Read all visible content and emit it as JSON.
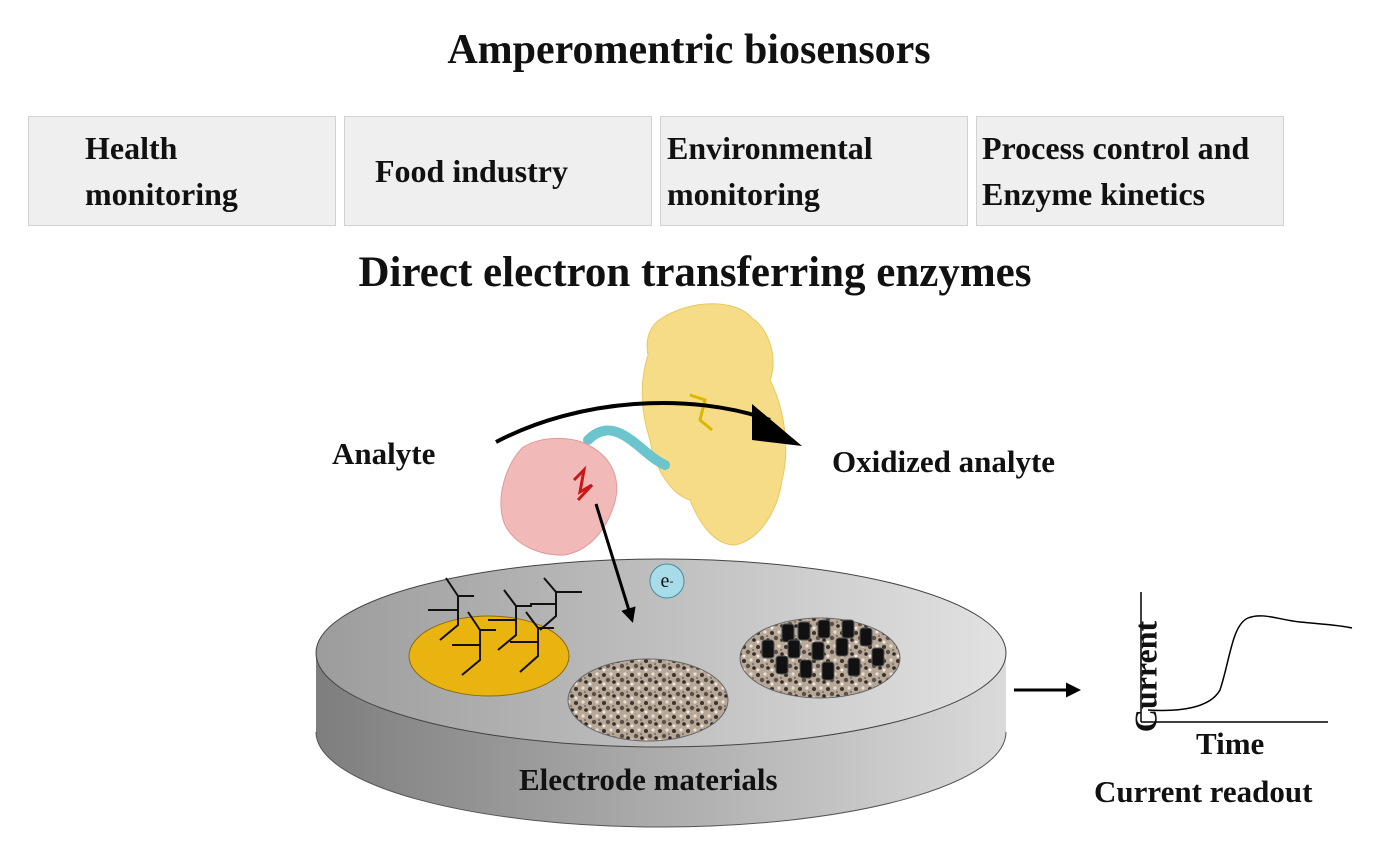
{
  "title": "Amperomentric biosensors",
  "applications": [
    {
      "label": "Health\nmonitoring"
    },
    {
      "label": "Food industry"
    },
    {
      "label": "Environmental\nmonitoring"
    },
    {
      "label": "Process control and\nEnzyme kinetics"
    }
  ],
  "subtitle": "Direct electron transferring enzymes",
  "analyte_label": "Analyte",
  "product_label": "Oxidized analyte",
  "electron_label": "e-",
  "electrode_label": "Electrode materials",
  "readout": {
    "title": "Current readout",
    "xlabel": "Time",
    "ylabel": "Current"
  },
  "icons": {
    "enzyme": "enzyme-surface-icon",
    "gold": "gold-electrode-icon",
    "porous": "porous-carbon-icon",
    "nanotubes": "nanotube-array-icon",
    "arrow": "arrow-icon"
  },
  "colors": {
    "enzyme_pink": "#f2b9b9",
    "enzyme_yellow": "#f6dc86",
    "linker": "#6cc4cc",
    "gold": "#e9b410",
    "electron_badge": "#a8dce8"
  }
}
